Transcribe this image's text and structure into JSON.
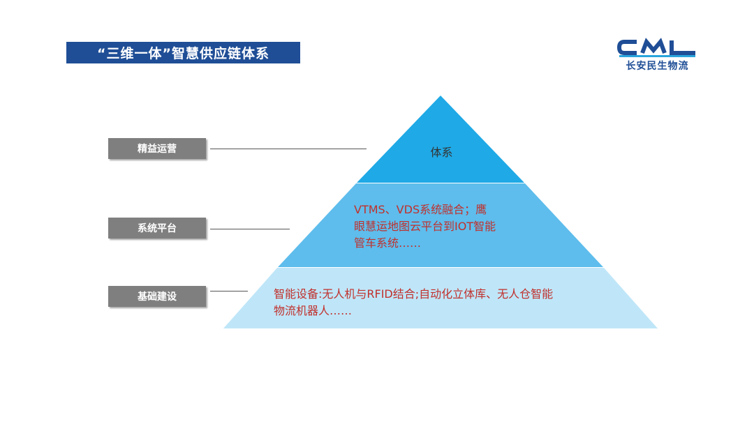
{
  "header": {
    "title": "“三维一体”智慧供应链体系"
  },
  "logo": {
    "mark": "CML",
    "name": "长安民生物流",
    "brand_color": "#1f4e96",
    "accent_color": "#29a5dc"
  },
  "labels": [
    {
      "text": "精益运营"
    },
    {
      "text": "系统平台"
    },
    {
      "text": "基础建设"
    }
  ],
  "pyramid": {
    "colors": [
      "#1fa9e6",
      "#5ebdec",
      "#bfe6f8"
    ],
    "tiers": [
      {
        "text": "体系"
      },
      {
        "lines": [
          "VTMS、VDS系统融合；鹰",
          "眼慧运地图云平台到IOT智能",
          "管车系统……"
        ]
      },
      {
        "lines": [
          "智能设备:无人机与RFID结合;自动化立体库、无人仓智能",
          "物流机器人……"
        ]
      }
    ]
  }
}
